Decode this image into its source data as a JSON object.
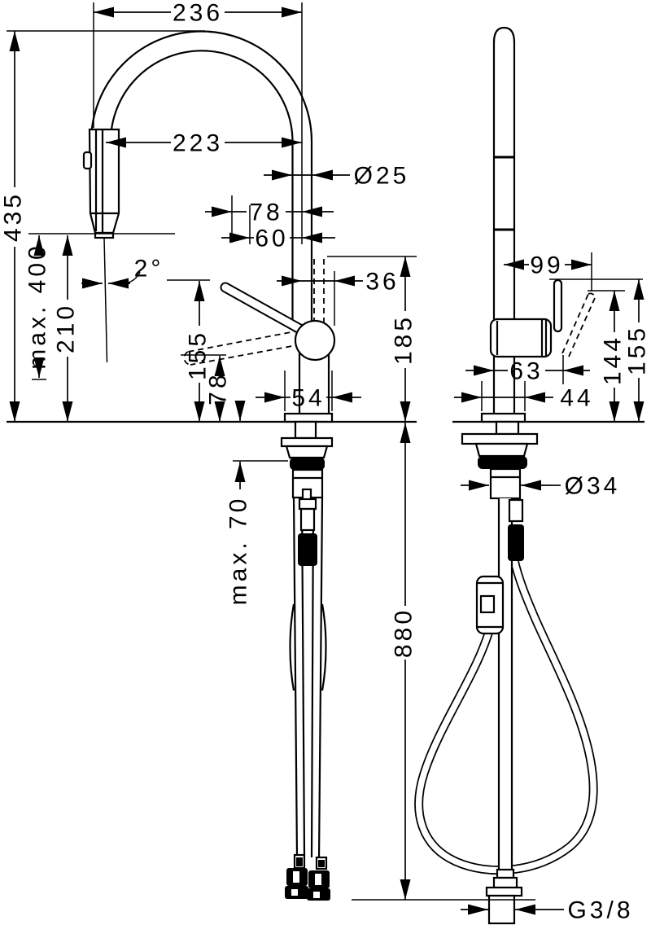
{
  "drawing": {
    "type": "faucet-installation-dimension-drawing",
    "views": [
      "front",
      "side"
    ],
    "line_color": "#000000",
    "background": "#ffffff"
  },
  "front_view": {
    "labels": {
      "d236": "236",
      "d223": "223",
      "d435": "435",
      "max400": "max. 400",
      "d210": "210",
      "angle": "2°",
      "dia25": "Ø25",
      "d78_top": "78",
      "d60": "60",
      "d36": "36",
      "d155": "155",
      "d78_low": "78",
      "d54": "54",
      "d185": "185",
      "max70": "max. 70",
      "d880": "880"
    }
  },
  "side_view": {
    "labels": {
      "d99": "99",
      "d63": "63",
      "d144": "144",
      "d155": "155",
      "d44": "44",
      "dia34": "Ø34",
      "thread": "G3/8"
    }
  }
}
